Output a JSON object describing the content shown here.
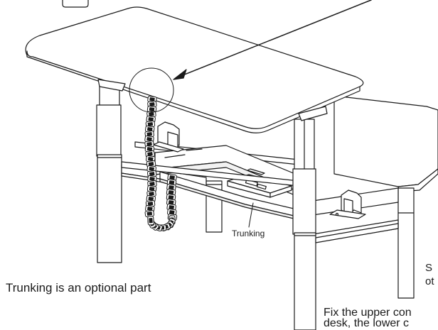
{
  "labels": {
    "caption_main": "Trunking is an optional part",
    "trunking": "Trunking",
    "side_note_line1": "S",
    "side_note_line2": "ot",
    "fix_note_line1": "Fix the upper con",
    "fix_note_line2": "desk, the lower c"
  },
  "icons": [
    "callout-arrow-icon",
    "detail-circle-icon",
    "cable-chain-icon"
  ],
  "colors": {
    "line": "#1a1a1a",
    "fill": "#ffffff"
  }
}
